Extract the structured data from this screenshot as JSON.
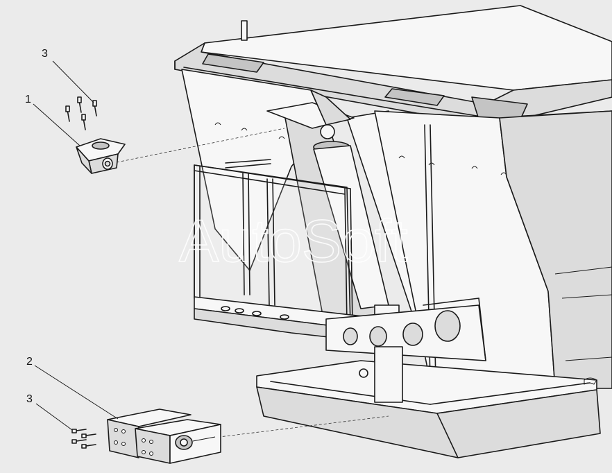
{
  "watermark": "AutoSoft",
  "callouts": [
    {
      "id": "1",
      "label": "1",
      "part": "rubber-mount-upper"
    },
    {
      "id": "2",
      "label": "2",
      "part": "support-bracket-lower"
    },
    {
      "id": "3a",
      "label": "3",
      "part": "bolt-set-upper"
    },
    {
      "id": "3b",
      "label": "3",
      "part": "bolt-set-lower"
    }
  ],
  "colors": {
    "line": "#1a1a1a",
    "background": "#ebebeb",
    "part_fill": "#f7f7f7",
    "shade": "#dcdcdc"
  }
}
